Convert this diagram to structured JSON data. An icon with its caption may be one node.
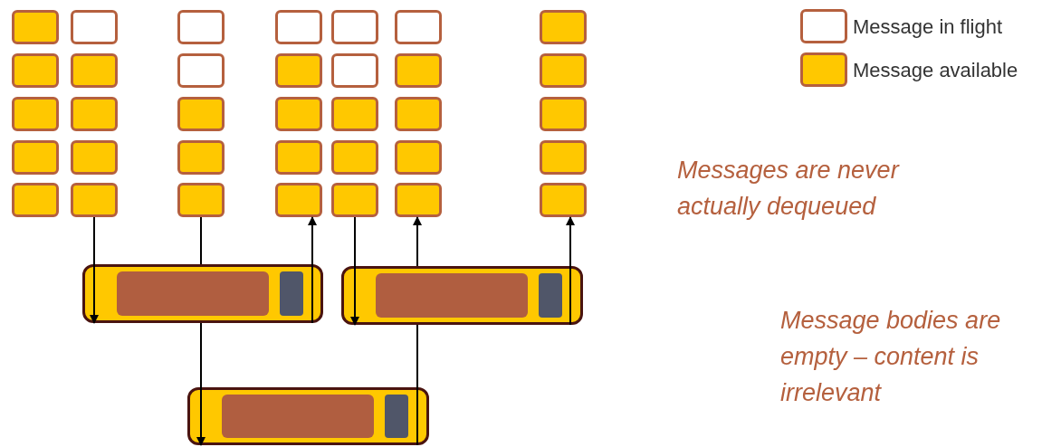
{
  "diagram": {
    "nodes": [
      {
        "text": [],
        "shape": "box"
      },
      {
        "text": [],
        "shape": "box"
      },
      {
        "text": [],
        "shape": "box"
      },
      {
        "text": [],
        "shape": "box"
      },
      {
        "text": [],
        "shape": "box"
      },
      {
        "text": [],
        "shape": "box"
      },
      {
        "text": [],
        "shape": "box"
      },
      {
        "text": [],
        "shape": "box"
      },
      {
        "text": [],
        "shape": "box"
      },
      {
        "text": [],
        "shape": "box"
      },
      {
        "text": [],
        "shape": "box"
      },
      {
        "text": [],
        "shape": "box"
      },
      {
        "text": [],
        "shape": "box"
      },
      {
        "text": [],
        "shape": "box"
      },
      {
        "text": [],
        "shape": "box"
      },
      {
        "text": [],
        "shape": "box"
      },
      {
        "text": [],
        "shape": "box"
      },
      {
        "text": [],
        "shape": "box"
      },
      {
        "text": [],
        "shape": "box"
      },
      {
        "text": [],
        "shape": "box"
      },
      {
        "text": [],
        "shape": "box"
      },
      {
        "text": [],
        "shape": "box"
      },
      {
        "text": [],
        "shape": "box"
      },
      {
        "text": [],
        "shape": "box"
      },
      {
        "text": [],
        "shape": "box"
      },
      {
        "text": [],
        "shape": "box"
      },
      {
        "text": [],
        "shape": "box"
      },
      {
        "text": [],
        "shape": "box"
      },
      {
        "text": [],
        "shape": "box"
      },
      {
        "text": [],
        "shape": "box"
      },
      {
        "text": [],
        "shape": "box"
      },
      {
        "text": [],
        "shape": "box"
      },
      {
        "text": [],
        "shape": "box"
      },
      {
        "text": [],
        "shape": "box"
      },
      {
        "text": [],
        "shape": "box"
      },
      {
        "text": [],
        "shape": "bar"
      },
      {
        "text": [],
        "shape": "bar"
      },
      {
        "text": [],
        "shape": "bar"
      }
    ],
    "edges": [
      {
        "from": 9,
        "to": 35,
        "arrow": "to"
      },
      {
        "from": 14,
        "to": 35,
        "arrow": "none"
      },
      {
        "from": 35,
        "to": 19,
        "arrow": "to"
      },
      {
        "from": 24,
        "to": 36,
        "arrow": "to"
      },
      {
        "from": 36,
        "to": 29,
        "arrow": "to"
      },
      {
        "from": 36,
        "to": 34,
        "arrow": "to"
      },
      {
        "from": 35,
        "to": 37,
        "arrow": "to"
      },
      {
        "from": 36,
        "to": 37,
        "arrow": "none"
      }
    ],
    "labels": [
      "Messages are never actually dequeued",
      "Message bodies are empty – content is irrelevant"
    ],
    "legend": [
      {
        "text": "Message in flight",
        "color": "#ffffff"
      },
      {
        "text": "Message available",
        "color": "#ffc800"
      }
    ]
  }
}
